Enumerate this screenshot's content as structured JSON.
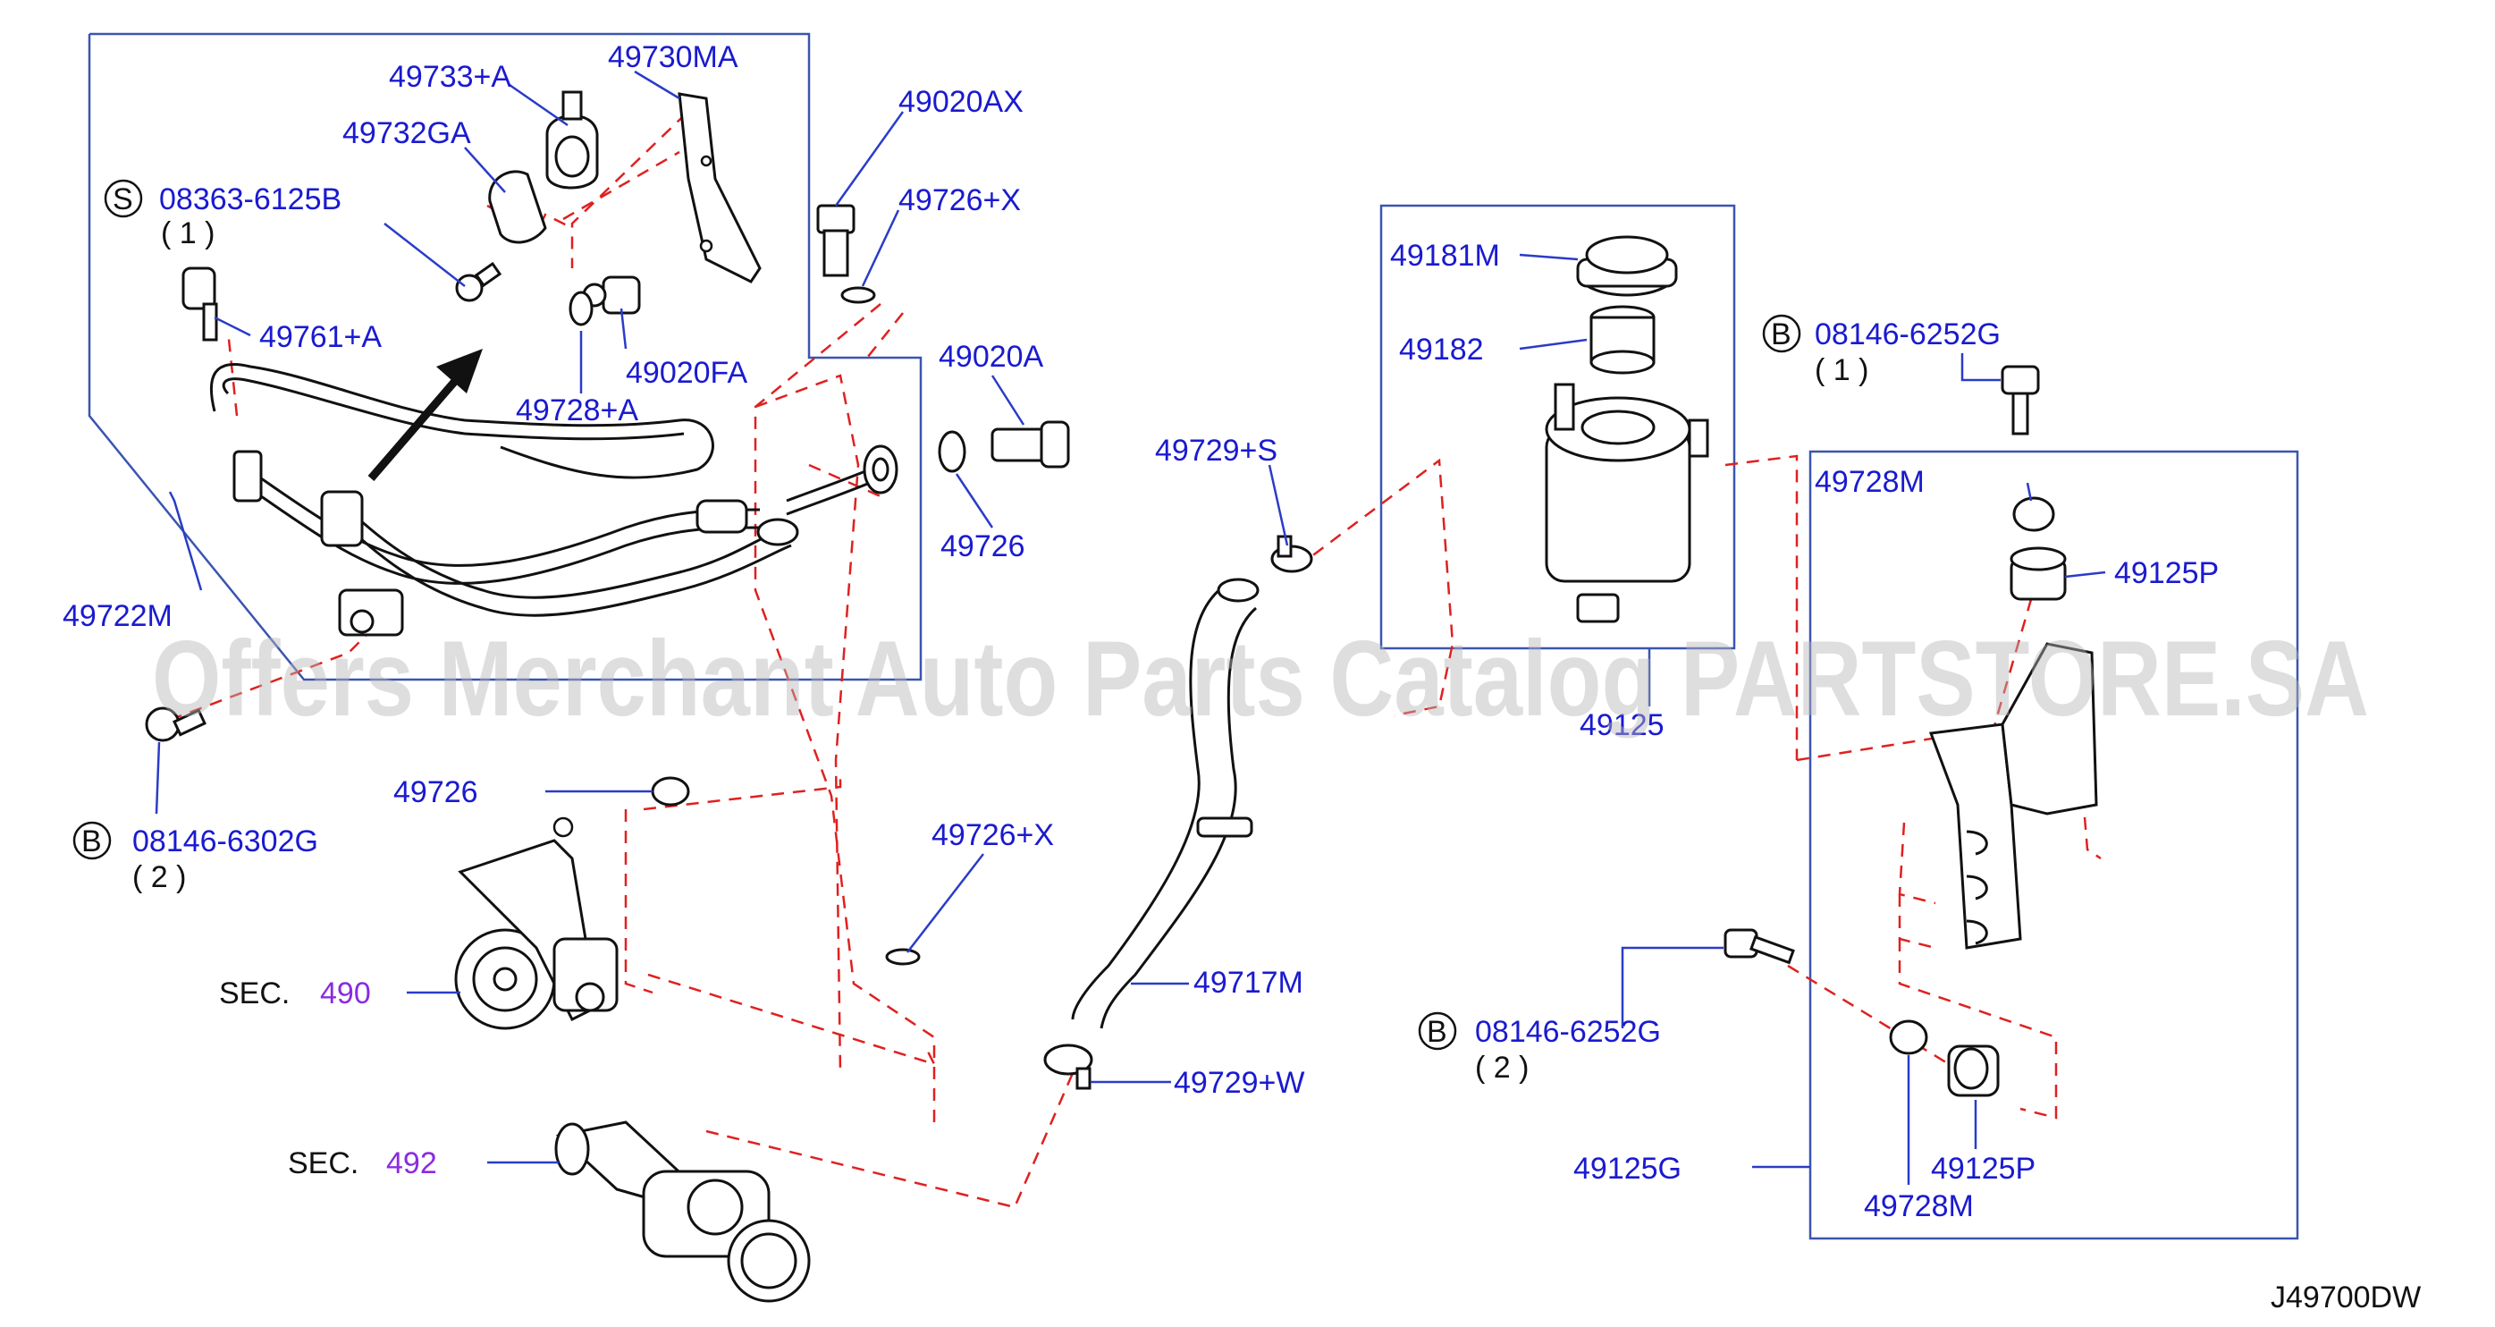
{
  "callouts": {
    "p49733A": "49733+A",
    "p49730MA": "49730MA",
    "p49732GA": "49732GA",
    "s_code": "S",
    "p08363": "08363-6125B",
    "q1a": "( 1 )",
    "p49761A": "49761+A",
    "p49020FA": "49020FA",
    "p49728A": "49728+A",
    "p49020AX": "49020AX",
    "p49726Xa": "49726+X",
    "p49020A": "49020A",
    "p49726a": "49726",
    "p49722M": "49722M",
    "b_code1": "B",
    "p08146_6302G": "08146-6302G",
    "q2a": "( 2 )",
    "p49726b": "49726",
    "p49726Xb": "49726+X",
    "sec_label1": "SEC.",
    "sec490": "490",
    "sec_label2": "SEC.",
    "sec492": "492",
    "p49729S": "49729+S",
    "p49717M": "49717M",
    "p49729W": "49729+W",
    "p49181M": "49181M",
    "p49182": "49182",
    "p49125": "49125",
    "b_code2": "B",
    "p08146_6252G_a": "08146-6252G",
    "q1b": "( 1 )",
    "p49728Ma": "49728M",
    "p49125Pa": "49125P",
    "b_code3": "B",
    "p08146_6252G_b": "08146-6252G",
    "q2b": "( 2 )",
    "p49125G": "49125G",
    "p49125Pb": "49125P",
    "p49728Mb": "49728M"
  },
  "diagram_code": "J49700DW",
  "watermark": "Offers Merchant Auto Parts Catalog PARTSTORE.SA",
  "colors": {
    "label": "#1a1ad0",
    "section_ref": "#8a2be2",
    "dashed_guide": "#e02020",
    "frame": "#3a55b0"
  }
}
